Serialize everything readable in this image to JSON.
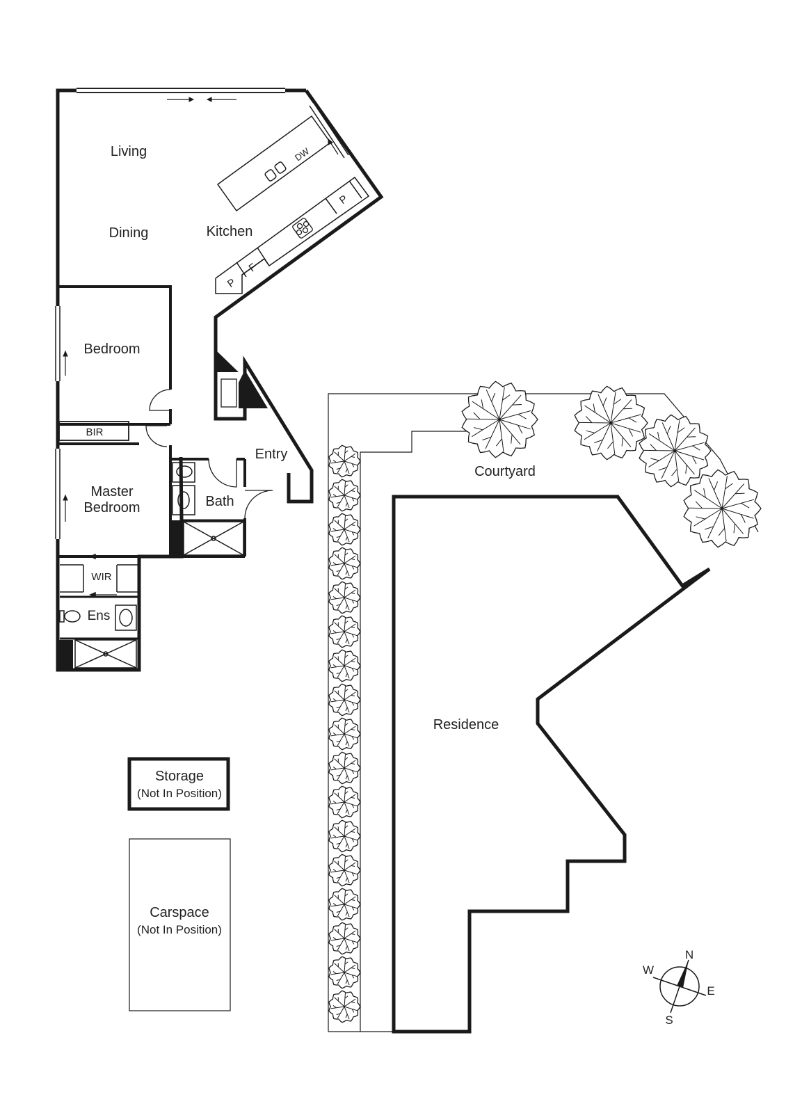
{
  "rooms": {
    "living": "Living",
    "dining": "Dining",
    "kitchen": "Kitchen",
    "bedroom": "Bedroom",
    "bir": "BIR",
    "master_line1": "Master",
    "master_line2": "Bedroom",
    "wir": "WIR",
    "ens": "Ens",
    "bath": "Bath",
    "entry": "Entry",
    "courtyard": "Courtyard",
    "residence": "Residence"
  },
  "fixtures": {
    "dishwasher": "DW",
    "pantry": "P",
    "fridge": "F"
  },
  "storage": {
    "title": "Storage",
    "note": "(Not In Position)"
  },
  "carspace": {
    "title": "Carspace",
    "note": "(Not In Position)"
  },
  "compass": {
    "n": "N",
    "e": "E",
    "s": "S",
    "w": "W"
  },
  "colors": {
    "wall": "#1a1a1a",
    "ink": "#222222",
    "paper": "#ffffff"
  }
}
